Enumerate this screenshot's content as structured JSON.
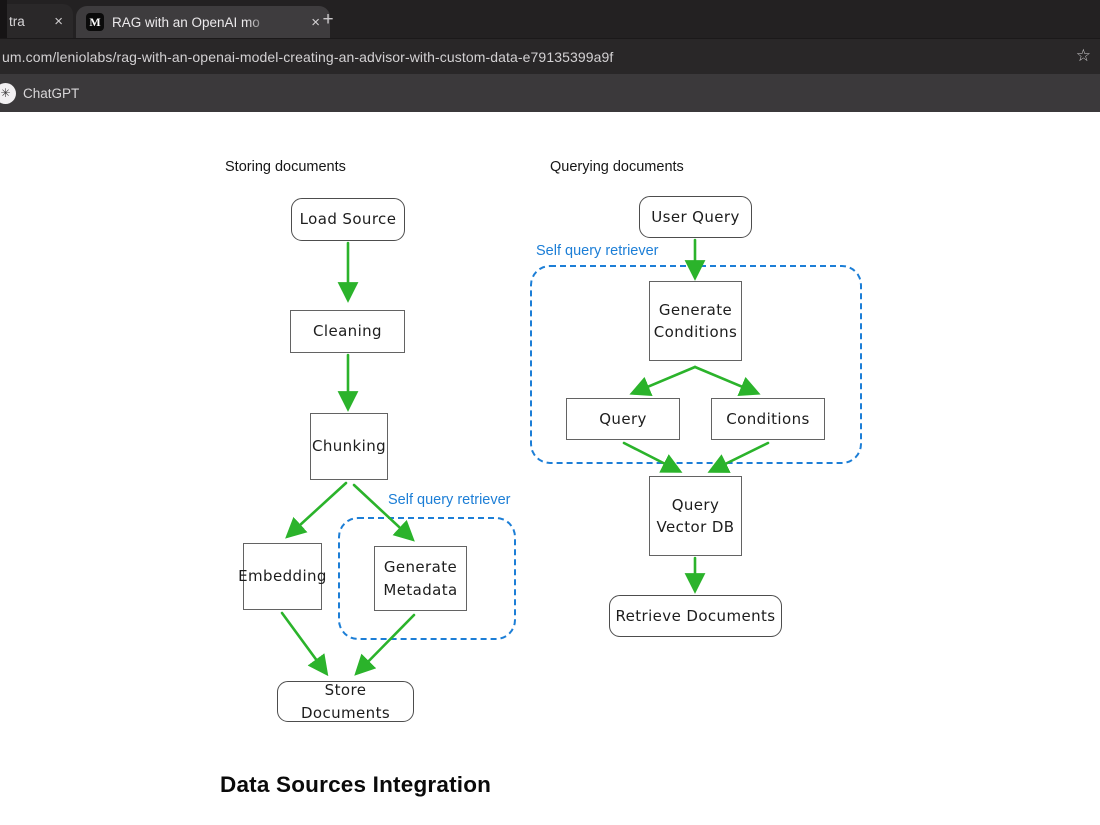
{
  "browser": {
    "tab_partial": {
      "title": "tra",
      "close": "×"
    },
    "tab_active": {
      "favicon_letter": "M",
      "title": "RAG with an OpenAI mo",
      "close": "×"
    },
    "new_tab": "+",
    "url": "um.com/leniolabs/rag-with-an-openai-model-creating-an-advisor-with-custom-data-e79135399a9f",
    "star": "☆",
    "bookmark": {
      "label": "ChatGPT",
      "icon_glyph": "✳"
    }
  },
  "diagram": {
    "section_left": "Storing documents",
    "section_right": "Querying documents",
    "group_label_left": "Self query retriever",
    "group_label_right": "Self query retriever",
    "nodes": {
      "load_source": "Load Source",
      "cleaning": "Cleaning",
      "chunking": "Chunking",
      "embedding": "Embedding",
      "generate_metadata": "Generate\nMetadata",
      "store_documents": "Store Documents",
      "user_query": "User Query",
      "generate_conditions": "Generate\nConditions",
      "query": "Query",
      "conditions": "Conditions",
      "query_vector_db": "Query\nVector DB",
      "retrieve_documents": "Retrieve Documents"
    },
    "edges": [
      {
        "from": "load_source",
        "to": "cleaning"
      },
      {
        "from": "cleaning",
        "to": "chunking"
      },
      {
        "from": "chunking",
        "to": "embedding"
      },
      {
        "from": "chunking",
        "to": "generate_metadata"
      },
      {
        "from": "embedding",
        "to": "store_documents"
      },
      {
        "from": "generate_metadata",
        "to": "store_documents"
      },
      {
        "from": "user_query",
        "to": "generate_conditions"
      },
      {
        "from": "generate_conditions",
        "to": "query"
      },
      {
        "from": "generate_conditions",
        "to": "conditions"
      },
      {
        "from": "query",
        "to": "query_vector_db"
      },
      {
        "from": "conditions",
        "to": "query_vector_db"
      },
      {
        "from": "query_vector_db",
        "to": "retrieve_documents"
      }
    ],
    "colors": {
      "arrow_green": "#2bb32b",
      "group_blue": "#1c7ed6"
    }
  },
  "article": {
    "heading": "Data Sources Integration"
  }
}
